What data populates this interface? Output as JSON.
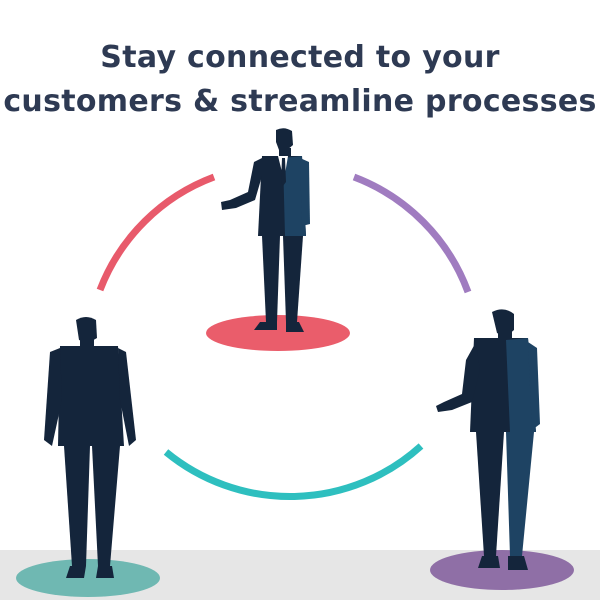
{
  "headline": {
    "line1": "Stay connected to your",
    "line2": "customers & streamline processes"
  },
  "colors": {
    "title": "#2e3a53",
    "arc_red": "#e85a6b",
    "arc_purple": "#a07cc0",
    "arc_teal": "#2ebfbf",
    "disc_red": "#ea5d6b",
    "disc_teal": "#6fb8b2",
    "disc_purple": "#8f6fa6",
    "suit_dark": "#14253b",
    "suit_light": "#1e4363",
    "floor": "#e6e6e6"
  },
  "figures": [
    "businessman-top",
    "businessman-left",
    "businessman-right"
  ]
}
